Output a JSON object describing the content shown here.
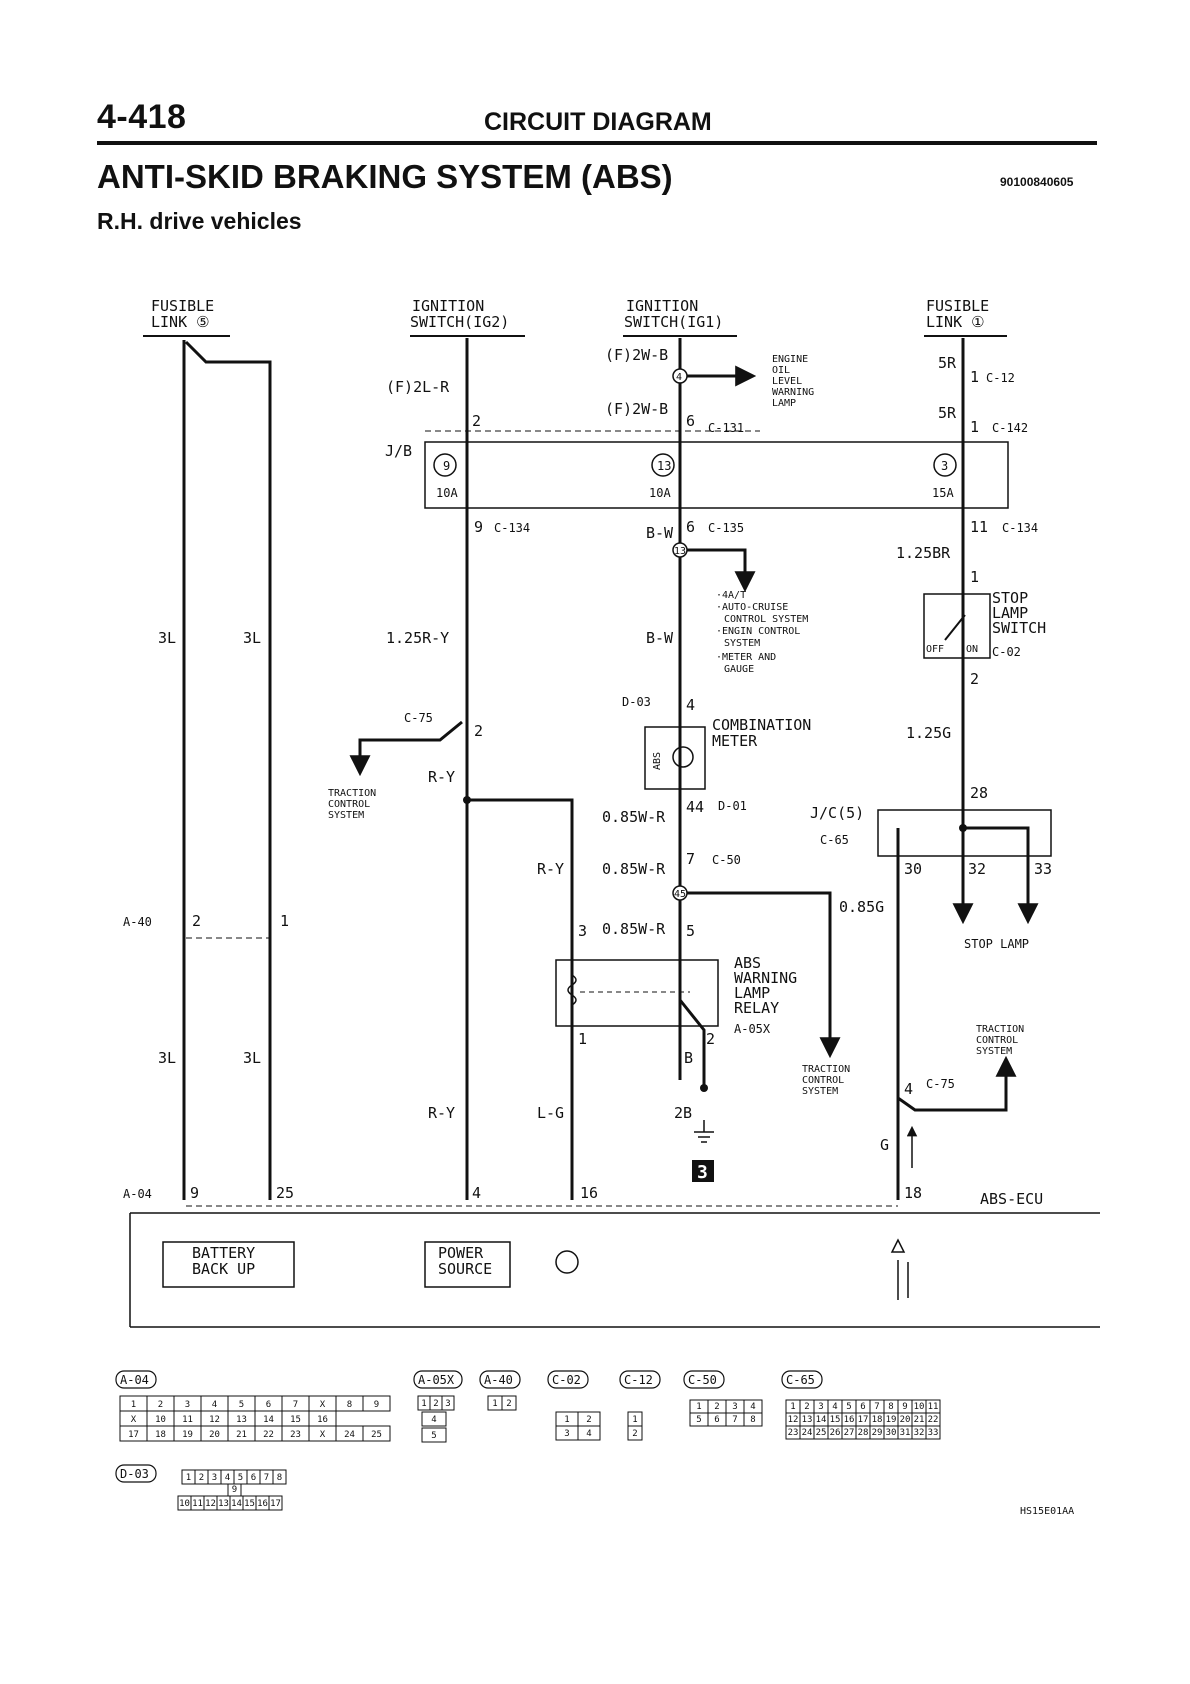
{
  "header": {
    "page_number": "4-418",
    "section": "CIRCUIT DIAGRAM",
    "title": "ANTI-SKID BRAKING SYSTEM (ABS)",
    "doc_code": "90100840605",
    "subtitle": "R.H. drive vehicles"
  },
  "labels": {
    "fusible_link_5_a": "FUSIBLE",
    "fusible_link_5_b": "LINK ⑤",
    "ig2_a": "IGNITION",
    "ig2_b": "SWITCH(IG2)",
    "ig1_a": "IGNITION",
    "ig1_b": "SWITCH(IG1)",
    "fusible_link_1_a": "FUSIBLE",
    "fusible_link_1_b": "LINK ①",
    "f2lr": "(F)2L-R",
    "f2wb_top": "(F)2W-B",
    "f2wb_bot": "(F)2W-B",
    "engine_oil_1": "ENGINE",
    "engine_oil_2": "OIL",
    "engine_oil_3": "LEVEL",
    "engine_oil_4": "WARNING",
    "engine_oil_5": "LAMP",
    "w5r_top": "5R",
    "w5r_bot": "5R",
    "c12": "C-12",
    "c142": "C-142",
    "c131": "C-131",
    "jb": "J/B",
    "fuse9": "9",
    "fuse13": "13",
    "fuse3": "3",
    "amp10a_l": "10A",
    "amp10a_m": "10A",
    "amp15a": "15A",
    "c134_l": "C-134",
    "c135": "C-135",
    "c134_r": "C-134",
    "bw_top": "B-W",
    "w125br": "1.25BR",
    "at_1": "·4A/T",
    "at_2": "·AUTO-CRUISE",
    "at_3": "CONTROL SYSTEM",
    "at_4": "·ENGIN CONTROL",
    "at_5": "SYSTEM",
    "at_6": "·METER AND",
    "at_7": "GAUGE",
    "stop_sw_1": "STOP",
    "stop_sw_2": "LAMP",
    "stop_sw_3": "SWITCH",
    "off": "OFF",
    "on": "ON",
    "c02": "C-02",
    "w3l_1": "3L",
    "w3l_2": "3L",
    "w125ry": "1.25R-Y",
    "bw_mid": "B-W",
    "d03": "D-03",
    "comb_1": "COMBINATION",
    "comb_2": "METER",
    "abs": "ABS",
    "w125g": "1.25G",
    "c75_top": "C-75",
    "ry_1": "R-Y",
    "tcs_1a": "TRACTION",
    "tcs_1b": "CONTROL",
    "tcs_1c": "SYSTEM",
    "w085wr_1": "0.85W-R",
    "d01": "D-01",
    "jc5": "J/C(5)",
    "c65": "C-65",
    "ry_2": "R-Y",
    "w085wr_2": "0.85W-R",
    "c50": "C-50",
    "w085g": "0.85G",
    "a40": "A-40",
    "w085wr_3": "0.85W-R",
    "stop_lamp": "STOP LAMP",
    "relay_1": "ABS",
    "relay_2": "WARNING",
    "relay_3": "LAMP",
    "relay_4": "RELAY",
    "a05x": "A-05X",
    "tcs_2a": "TRACTION",
    "tcs_2b": "CONTROL",
    "tcs_2c": "SYSTEM",
    "tcs_3a": "TRACTION",
    "tcs_3b": "CONTROL",
    "tcs_3c": "SYSTEM",
    "w3l_3": "3L",
    "w3l_4": "3L",
    "wb": "B",
    "c75_bot": "C-75",
    "ry_3": "R-Y",
    "lg": "L-G",
    "w2b": "2B",
    "wg": "G",
    "ground": "3",
    "a04": "A-04",
    "abs_ecu": "ABS-ECU",
    "battery_1": "BATTERY",
    "battery_2": "BACK UP",
    "power_1": "POWER",
    "power_2": "SOURCE",
    "diagram_code": "HS15E01AA"
  },
  "pins": {
    "p2_ig2": "2",
    "p6_ig1": "6",
    "p1_c12": "1",
    "p1_c142": "1",
    "p9_c134": "9",
    "p6_c135": "6",
    "p11_c134": "11",
    "p4_oil": "4",
    "p13_node": "13",
    "p1_sw": "1",
    "p2_sw": "2",
    "p4_d03": "4",
    "p2_c75": "2",
    "p44": "44",
    "p28": "28",
    "p30": "30",
    "p32": "32",
    "p33": "33",
    "p7": "7",
    "p45": "45",
    "p2_a40": "2",
    "p1_a40": "1",
    "p3_relay": "3",
    "p5_relay": "5",
    "p1_relay": "1",
    "p2_relay": "2",
    "p4_c75": "4",
    "p9_ecu": "9",
    "p25_ecu": "25",
    "p4_ecu": "4",
    "p16_ecu": "16",
    "p18_ecu": "18"
  },
  "connectors": {
    "a04": {
      "label": "A-04",
      "row1": [
        "1",
        "2",
        "3",
        "4",
        "5",
        "6",
        "7",
        "X",
        "8",
        "9"
      ],
      "row2": [
        "X",
        "10",
        "11",
        "12",
        "13",
        "14",
        "15",
        "16"
      ],
      "row3": [
        "17",
        "18",
        "19",
        "20",
        "21",
        "22",
        "23",
        "X",
        "24",
        "25"
      ]
    },
    "a05x": {
      "label": "A-05X",
      "pins": [
        "1",
        "2",
        "3",
        "4",
        "5"
      ]
    },
    "a40": {
      "label": "A-40",
      "pins": [
        "1",
        "2"
      ]
    },
    "c02": {
      "label": "C-02",
      "pins": [
        "1",
        "2",
        "3",
        "4"
      ]
    },
    "c12": {
      "label": "C-12",
      "pins": [
        "1",
        "2"
      ]
    },
    "c50": {
      "label": "C-50",
      "pins": [
        "1",
        "2",
        "3",
        "4",
        "5",
        "6",
        "7",
        "8"
      ]
    },
    "c65": {
      "label": "C-65",
      "row1": [
        "1",
        "2",
        "3",
        "4",
        "5",
        "6",
        "7",
        "8",
        "9",
        "10",
        "11"
      ],
      "row2": [
        "12",
        "13",
        "14",
        "15",
        "16",
        "17",
        "18",
        "19",
        "20",
        "21",
        "22"
      ],
      "row3": [
        "23",
        "24",
        "25",
        "26",
        "27",
        "28",
        "29",
        "30",
        "31",
        "32",
        "33"
      ]
    },
    "d03": {
      "label": "D-03",
      "row1": [
        "1",
        "2",
        "3",
        "4",
        "5",
        "6",
        "7",
        "8"
      ],
      "row2": [
        "9"
      ],
      "row3": [
        "10",
        "11",
        "12",
        "13",
        "14",
        "15",
        "16",
        "17"
      ]
    }
  }
}
